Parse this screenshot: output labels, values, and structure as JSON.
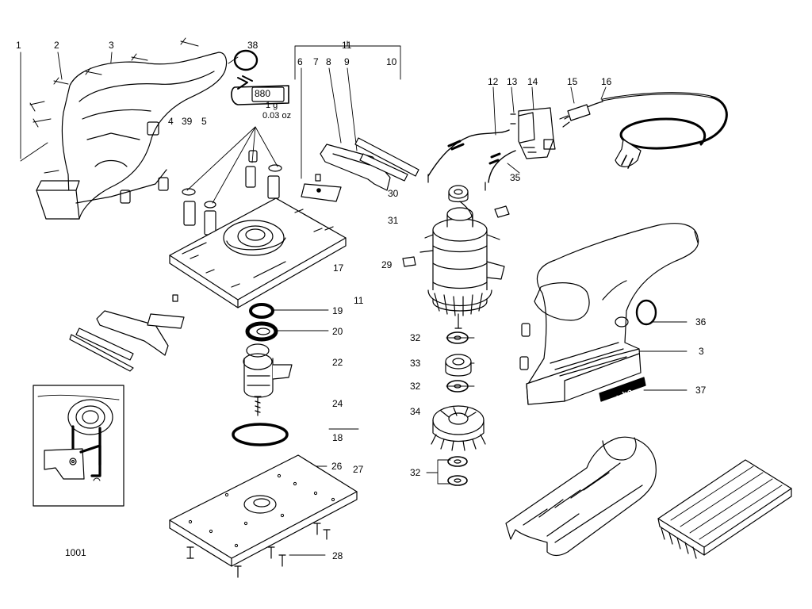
{
  "labels": {
    "p1": "1",
    "p2": "2",
    "p3": "3",
    "p38": "38",
    "p11": "11",
    "p6": "6",
    "p7": "7",
    "p8": "8",
    "p9": "9",
    "p10": "10",
    "p12": "12",
    "p13": "13",
    "p14": "14",
    "p15": "15",
    "p16": "16",
    "p4": "4",
    "p39": "39",
    "p5": "5",
    "p30": "30",
    "p35": "35",
    "p31": "31",
    "p17": "17",
    "p29": "29",
    "p11b": "11",
    "p19": "19",
    "p20": "20",
    "p36": "36",
    "p3b": "3",
    "p32a": "32",
    "p33": "33",
    "p32b": "32",
    "p22": "22",
    "p37": "37",
    "p34": "34",
    "p24": "24",
    "p18": "18",
    "p26": "26",
    "p27": "27",
    "p32c": "32",
    "p28": "28",
    "p1001": "1001"
  },
  "grease_tube": {
    "code": "880",
    "amount": "1 g",
    "amount_oz": "0.03 oz"
  },
  "brand": "metabo",
  "colors": {
    "ink": "#000000",
    "paper": "#ffffff"
  }
}
